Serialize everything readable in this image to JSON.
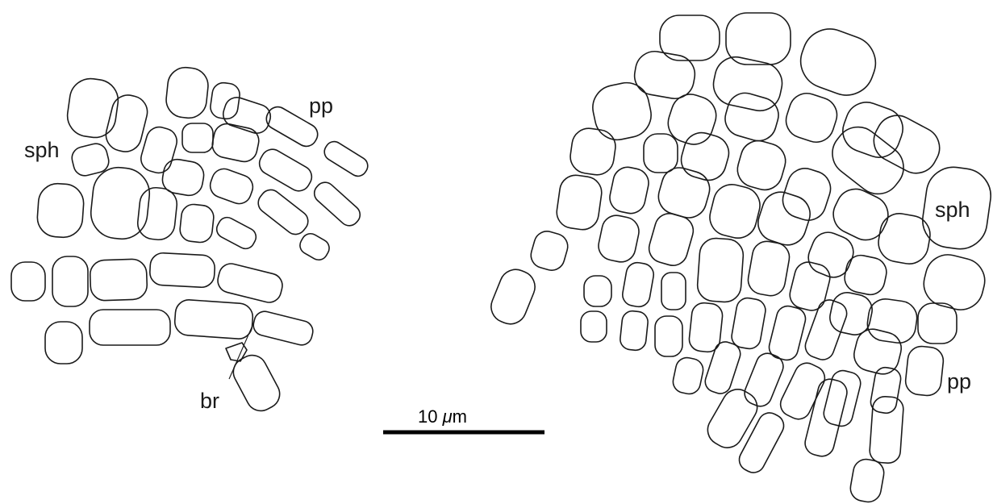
{
  "labels": {
    "left_sph": "sph",
    "left_pp": "pp",
    "left_br": "br",
    "right_sph": "sph",
    "right_pp": "pp"
  },
  "scale_bar": {
    "number": "10 ",
    "unit_symbol": "μ",
    "unit_suffix": "m"
  },
  "colors": {
    "line": "#1a1a1a",
    "background": "#ffffff"
  }
}
